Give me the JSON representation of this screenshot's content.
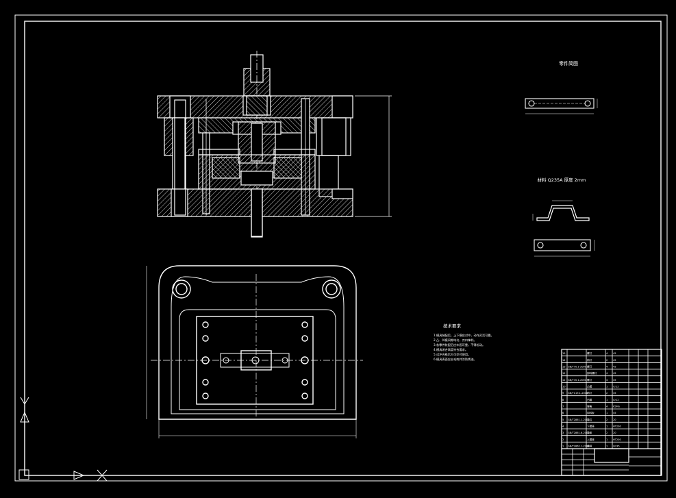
{
  "drawing": {
    "background": "#000000",
    "line_color": "#ffffff",
    "hatch_color": "#cfcfcf",
    "accent_magenta": "#d040d0",
    "part_view_title": "零件简图",
    "material_note": "材料 Q235A 厚度 2mm",
    "tech_req_title": "技术要求",
    "tech_req_lines": [
      "1.模具装配后，上下模应对中，动作灵活可靠。",
      "2.凸、凹模间隙均匀，刃口锋利。",
      "3.各零件装配后应牢固可靠，不得松动。",
      "4.模具闭合高度符合要求。",
      "5.试冲合格后方可交付使用。",
      "6.模具表面应去毛刺并涂防锈油。"
    ],
    "ucs_icon": "ucs-axis-icon"
  },
  "title_block": {
    "rows": [
      [
        "15",
        "",
        "螺钉",
        "4",
        "45",
        ""
      ],
      [
        "14",
        "",
        "销钉",
        "2",
        "45",
        ""
      ],
      [
        "13",
        "GB/T70.1-2000",
        "螺钉",
        "4",
        "45",
        ""
      ],
      [
        "12",
        "",
        "卸料螺钉",
        "4",
        "45",
        ""
      ],
      [
        "11",
        "GB/T70.1-2000",
        "螺钉",
        "4",
        "45",
        ""
      ],
      [
        "10",
        "",
        "凸模",
        "1",
        "Cr12",
        ""
      ],
      [
        "9",
        "GB/T119.1-2000",
        "销钉",
        "2",
        "45",
        ""
      ],
      [
        "8",
        "",
        "凹模",
        "1",
        "Cr12",
        ""
      ],
      [
        "7",
        "",
        "弹簧",
        "4",
        "65Mn",
        ""
      ],
      [
        "6",
        "",
        "卸料板",
        "1",
        "45",
        ""
      ],
      [
        "5",
        "GB/T2861.1-2008",
        "导柱",
        "2",
        "20",
        ""
      ],
      [
        "4",
        "",
        "下模座",
        "1",
        "HT200",
        ""
      ],
      [
        "3",
        "GB/T2861.6-2008",
        "导套",
        "2",
        "20",
        ""
      ],
      [
        "2",
        "",
        "上模座",
        "1",
        "HT200",
        ""
      ],
      [
        "1",
        "GB/T2862.1-2008",
        "模柄",
        "1",
        "Q235",
        ""
      ]
    ]
  }
}
